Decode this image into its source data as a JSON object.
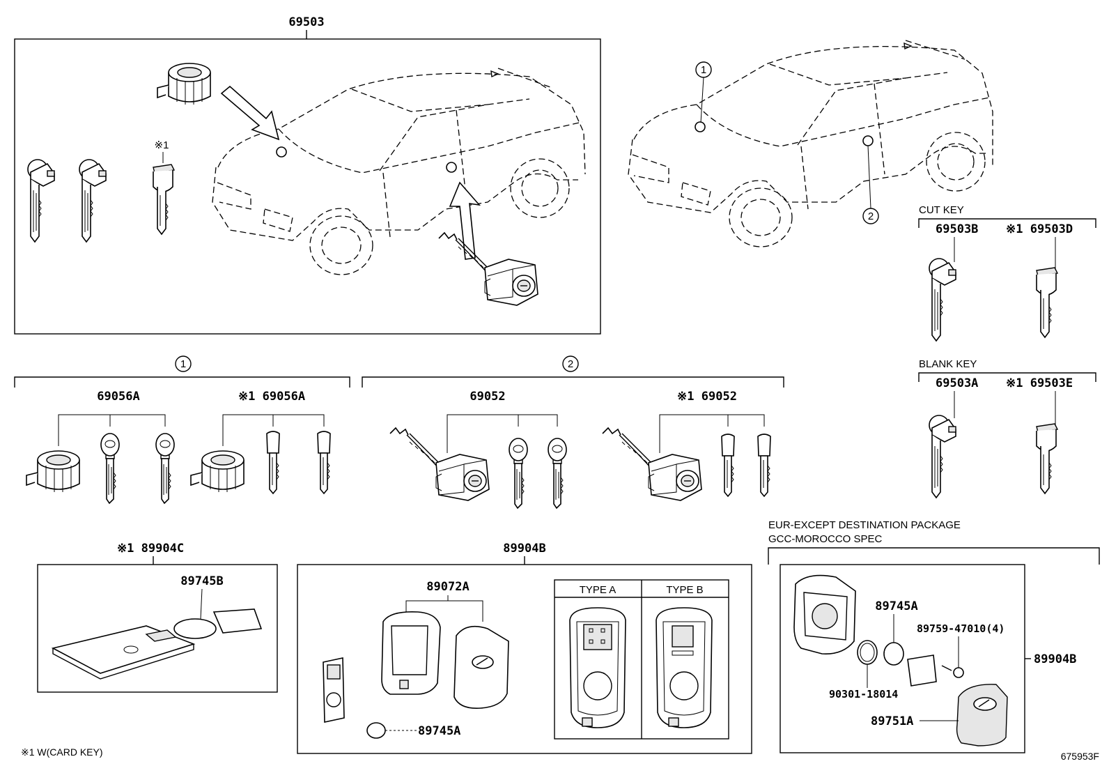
{
  "labels": {
    "top_group": "69503",
    "circle_1": "1",
    "circle_2": "2",
    "note_mark": "※1",
    "cut_key_heading": "CUT KEY",
    "cut_key_a": "69503B",
    "cut_key_b": "※1 69503D",
    "blank_key_heading": "BLANK KEY",
    "blank_key_a": "69503A",
    "blank_key_b": "※1 69503E",
    "group1_a": "69056A",
    "group1_b": "※1 69056A",
    "group2_a": "69052",
    "group2_b": "※1 69052",
    "card_key": "※1 89904C",
    "card_battery": "89745B",
    "smart_key": "89904B",
    "smart_case": "89072A",
    "smart_battery": "89745A",
    "type_a": "TYPE  A",
    "type_b": "TYPE  B",
    "eur_line1": "EUR-EXCEPT DESTINATION PACKAGE",
    "eur_line2": "GCC-MOROCCO SPEC",
    "eur_battery": "89745A",
    "eur_screw": "89759-47010(4)",
    "eur_oring": "90301-18014",
    "eur_cover": "89751A",
    "eur_assy": "89904B",
    "footnote": "※1  W(CARD KEY)",
    "diagram_id": "675953F"
  }
}
